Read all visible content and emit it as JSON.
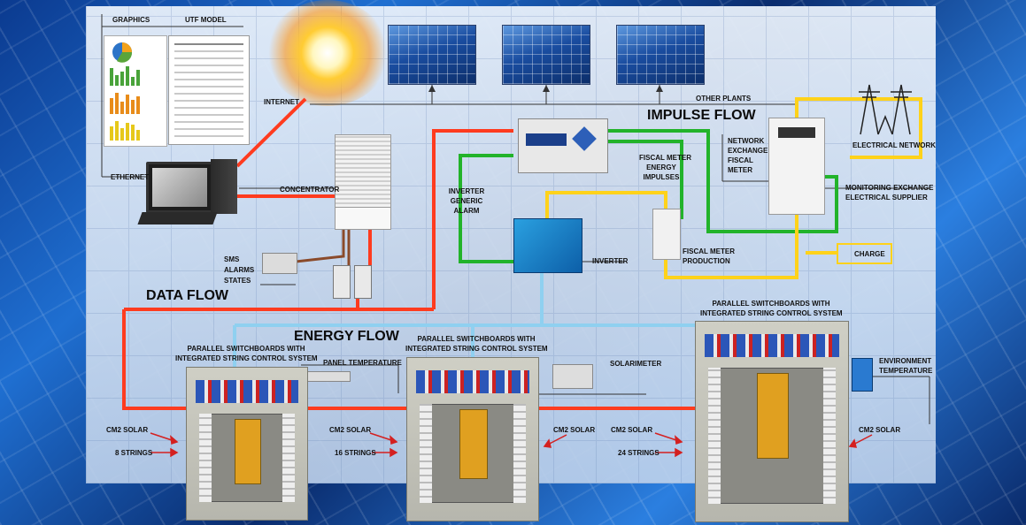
{
  "labels": {
    "graphics": "GRAPHICS",
    "utf_model": "UTF MODEL",
    "internet": "INTERNET",
    "ethernet": "ETHERNET",
    "concentrator": "CONCENTRATOR",
    "sms": "SMS",
    "alarms": "ALARMS",
    "states": "STATES",
    "other_plants": "OTHER PLANTS",
    "network_exchange_fiscal_meter": [
      "NETWORK",
      "EXCHANGE",
      "FISCAL",
      "METER"
    ],
    "electrical_network": "ELECTRICAL NETWORK",
    "monitoring_exchange": [
      "MONITORING EXCHANGE",
      "ELECTRICAL SUPPLIER"
    ],
    "charge": "CHARGE",
    "fiscal_meter_energy_impulses": [
      "FISCAL METER",
      "ENERGY",
      "IMPULSES"
    ],
    "inverter_generic_alarm": [
      "INVERTER",
      "GENERIC",
      "ALARM"
    ],
    "inverter": "INVERTER",
    "fiscal_meter_production": [
      "FISCAL METER",
      "PRODUCTION"
    ],
    "panel_temperature": "PANEL TEMPERATURE",
    "solarimeter": "SOLARIMETER",
    "environment_temperature": [
      "ENVIRONMENT",
      "TEMPERATURE"
    ],
    "switchboard_left": [
      "PARALLEL SWITCHBOARDS WITH",
      "INTEGRATED STRING CONTROL SYSTEM"
    ],
    "switchboard_middle": [
      "PARALLEL SWITCHBOARDS WITH",
      "INTEGRATED STRING CONTROL SYSTEM"
    ],
    "switchboard_right": [
      "PARALLEL SWITCHBOARDS WITH",
      "INTEGRATED STRING CONTROL SYSTEM"
    ],
    "cm2_solar": "CM2 SOLAR",
    "strings_8": "8 STRINGS",
    "strings_16": "16 STRINGS",
    "strings_24": "24 STRINGS"
  },
  "flows": {
    "impulse": "IMPULSE FLOW",
    "data": "DATA FLOW",
    "energy": "ENERGY FLOW"
  },
  "colors": {
    "data_flow": "#ff3b1f",
    "impulse_flow": "#22b32a",
    "energy_flow": "#8fd0f0",
    "charge_flow": "#ffd21a",
    "cable_brown": "#8a4a2a"
  },
  "icons": [
    "sun-icon",
    "solar-panel-icon",
    "computer-icon",
    "concentrator-icon",
    "data-logger-icon",
    "inverter-icon",
    "fiscal-meter-icon",
    "power-tower-icon",
    "gsm-modem-icon",
    "switchboard-icon",
    "sensor-icon"
  ]
}
